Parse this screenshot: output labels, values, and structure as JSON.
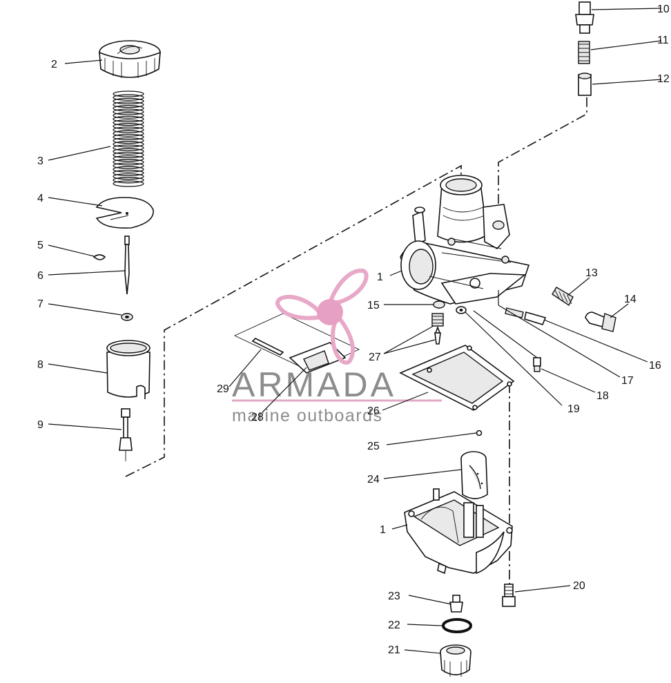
{
  "watermark": {
    "title": "ARMADA",
    "subtitle": "marine outboards",
    "colors": {
      "logo": "#e8a8c8",
      "logo_center": "#e6a0c4",
      "text": "#8c8c8c",
      "rule": "#e0a8c4"
    }
  },
  "callouts": {
    "c1a": "1",
    "c1b": "1",
    "c2": "2",
    "c3": "3",
    "c4": "4",
    "c5": "5",
    "c6": "6",
    "c7": "7",
    "c8": "8",
    "c9": "9",
    "c10": "10",
    "c11": "11",
    "c12": "12",
    "c13": "13",
    "c14": "14",
    "c15": "15",
    "c16": "16",
    "c17": "17",
    "c18": "18",
    "c19": "19",
    "c20": "20",
    "c21": "21",
    "c22": "22",
    "c23": "23",
    "c24": "24",
    "c25": "25",
    "c26": "26",
    "c27": "27",
    "c28": "28",
    "c29": "29"
  }
}
